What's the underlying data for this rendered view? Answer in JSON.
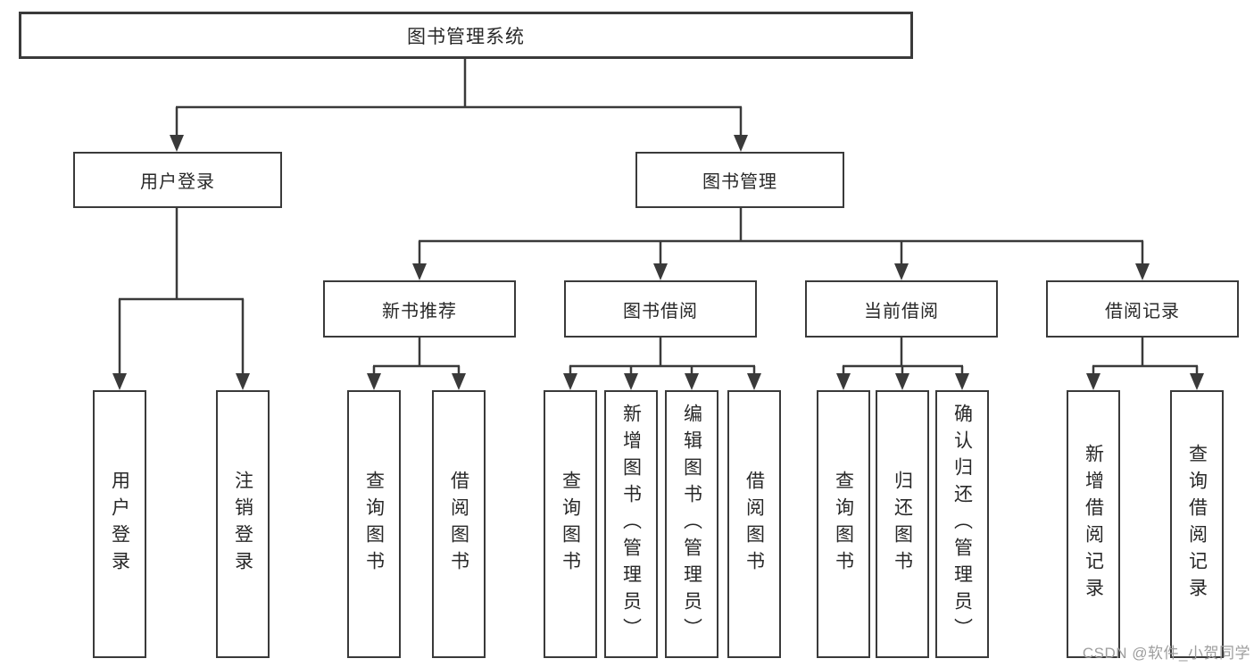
{
  "diagram": {
    "root": {
      "label": "图书管理系统"
    },
    "branches": [
      {
        "label": "用户登录",
        "children": [
          {
            "label": "用户登录"
          },
          {
            "label": "注销登录"
          }
        ]
      },
      {
        "label": "图书管理",
        "children": [
          {
            "label": "新书推荐",
            "children": [
              {
                "label": "查询图书"
              },
              {
                "label": "借阅图书"
              }
            ]
          },
          {
            "label": "图书借阅",
            "children": [
              {
                "label": "查询图书"
              },
              {
                "label": "新增图书（管理员）"
              },
              {
                "label": "编辑图书（管理员）"
              },
              {
                "label": "借阅图书"
              }
            ]
          },
          {
            "label": "当前借阅",
            "children": [
              {
                "label": "查询图书"
              },
              {
                "label": "归还图书"
              },
              {
                "label": "确认归还（管理员）"
              }
            ]
          },
          {
            "label": "借阅记录",
            "children": [
              {
                "label": "新增借阅记录"
              },
              {
                "label": "查询借阅记录"
              }
            ]
          }
        ]
      }
    ]
  },
  "watermark": {
    "text": "CSDN @软件_小贺同学"
  },
  "colors": {
    "line": "#3a3a3a",
    "text": "#282828",
    "bg": "#ffffff",
    "boxfill": "#ffffff",
    "watermark": "#9e9e9e"
  }
}
